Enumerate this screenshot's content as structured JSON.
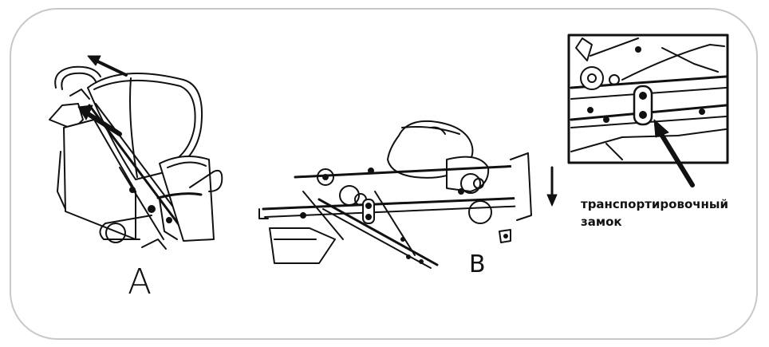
{
  "figure": {
    "label_a": "A",
    "label_b": "B",
    "caption_line1": "транспортировочный",
    "caption_line2": "замок"
  },
  "colors": {
    "ink": "#111111",
    "frame": "#c8c8c8"
  }
}
